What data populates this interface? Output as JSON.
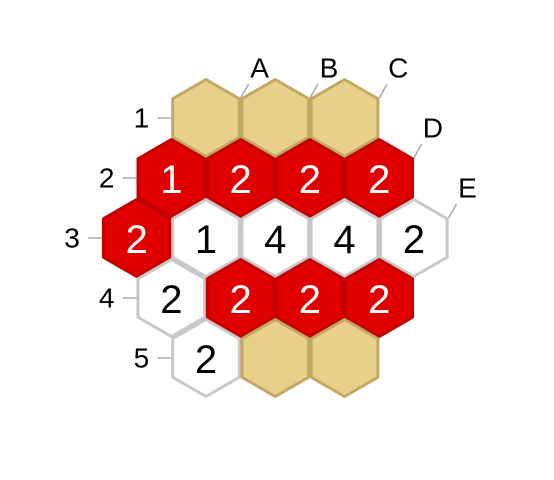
{
  "colors": {
    "unknown_fill": "#e8cf8a",
    "unknown_stroke": "#c2a862",
    "red_fill": "#e00000",
    "red_stroke": "#c40000",
    "blue_fill": "#ffffff",
    "blue_stroke": "#c8c8c8",
    "red_text": "#ffffff",
    "blue_text": "#000000"
  },
  "columns": [
    {
      "letter": "A",
      "index": 0
    },
    {
      "letter": "B",
      "index": 1
    },
    {
      "letter": "C",
      "index": 2
    },
    {
      "letter": "D",
      "index": 3
    },
    {
      "letter": "E",
      "index": 4
    }
  ],
  "rows": [
    {
      "number": "1",
      "index": 0
    },
    {
      "number": "2",
      "index": 1
    },
    {
      "number": "3",
      "index": 2
    },
    {
      "number": "4",
      "index": 3
    },
    {
      "number": "5",
      "index": 4
    }
  ],
  "cells": [
    {
      "id": "A1",
      "state": "unknown",
      "value": ""
    },
    {
      "id": "B1",
      "state": "unknown",
      "value": ""
    },
    {
      "id": "C1",
      "state": "unknown",
      "value": ""
    },
    {
      "id": "A2",
      "state": "red",
      "value": "1"
    },
    {
      "id": "B2",
      "state": "red",
      "value": "2"
    },
    {
      "id": "C2",
      "state": "red",
      "value": "2"
    },
    {
      "id": "D2",
      "state": "red",
      "value": "2"
    },
    {
      "id": "A3",
      "state": "red",
      "value": "2"
    },
    {
      "id": "B3",
      "state": "blue",
      "value": "1"
    },
    {
      "id": "C3",
      "state": "blue",
      "value": "4"
    },
    {
      "id": "D3",
      "state": "blue",
      "value": "4"
    },
    {
      "id": "E3",
      "state": "blue",
      "value": "2"
    },
    {
      "id": "B4",
      "state": "blue",
      "value": "2"
    },
    {
      "id": "C4",
      "state": "red",
      "value": "2"
    },
    {
      "id": "D4",
      "state": "red",
      "value": "2"
    },
    {
      "id": "E4",
      "state": "red",
      "value": "2"
    },
    {
      "id": "C5",
      "state": "blue",
      "value": "2"
    },
    {
      "id": "D5",
      "state": "unknown",
      "value": ""
    },
    {
      "id": "E5",
      "state": "unknown",
      "value": ""
    }
  ]
}
